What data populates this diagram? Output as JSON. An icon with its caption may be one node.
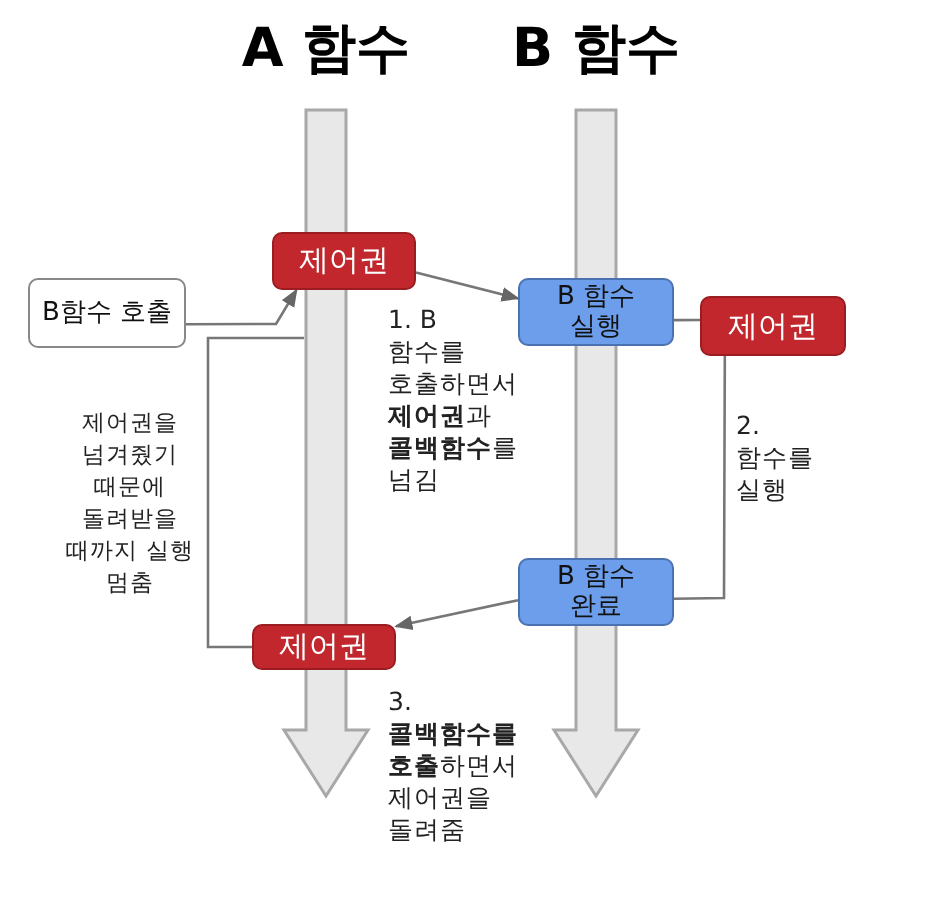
{
  "diagram": {
    "nodes": [
      {
        "text": [
          "제어권"
        ]
      },
      {
        "text": [
          "B함수 호출"
        ]
      },
      {
        "text": [
          "B 함수 실행"
        ]
      },
      {
        "text": [
          "제어권"
        ]
      },
      {
        "text": [
          "B 함수 완료"
        ]
      },
      {
        "text": [
          "제어권"
        ]
      }
    ],
    "edges": [
      {
        "from": 0,
        "to": 2,
        "arrow": "to"
      },
      {
        "from": 1,
        "to": 0,
        "arrow": "to"
      },
      {
        "from": 2,
        "to": 3,
        "arrow": "none"
      },
      {
        "from": 3,
        "to": 4,
        "arrow": "none"
      },
      {
        "from": 4,
        "to": 5,
        "arrow": "to"
      },
      {
        "from": 5,
        "to": null,
        "arrow": "none"
      }
    ],
    "labels": [
      "A 함수",
      "B 함수",
      "1. B 함수를 호출하면서 **제어권**과 **콜백함수**를 넘김",
      "제어권을 넘겨줬기 때문에 돌려받을 때까지 실행 멈춤",
      "2. 함수를 실행",
      "3. **콜백함수를** **호출**하면서 제어권을 돌려줌"
    ]
  }
}
